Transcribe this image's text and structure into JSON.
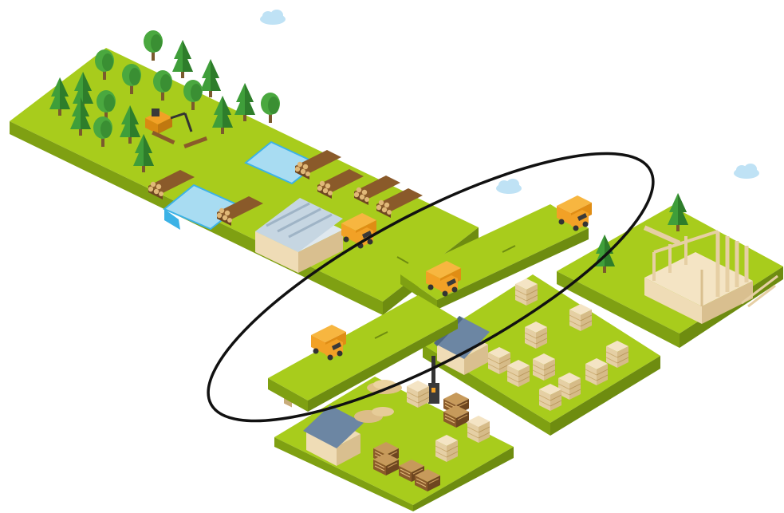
{
  "scene": {
    "subject": "timber-supply-chain",
    "zones": [
      "forest",
      "sawmill",
      "transport-road",
      "timber-storage",
      "pellet-plant",
      "house-construction"
    ],
    "highlight": "transport-road",
    "colors": {
      "grass_top": "#a8cc1c",
      "grass_side": "#7fa012",
      "grass_edge": "#c4dd4a",
      "water": "#a8dcf2",
      "water_rim": "#3cb2e6",
      "tree": "#3f9e3a",
      "tree_dark": "#2e7d2b",
      "trunk": "#7a5a2e",
      "log": "#8a5a2a",
      "log_end": "#e0b878",
      "truck_cab": "#f2a126",
      "truck_box": "#f7b640",
      "wood_light": "#efdcb6",
      "wood_shade": "#d9bf8f",
      "roof_blue": "#6c86a3",
      "cloud": "#bfe2f5",
      "ellipse": "#111111"
    }
  }
}
